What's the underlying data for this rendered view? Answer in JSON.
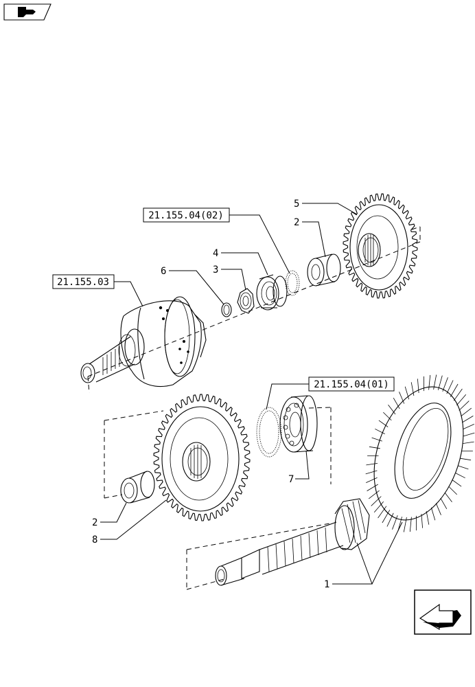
{
  "callouts": {
    "c1": "1",
    "c2a": "2",
    "c2b": "2",
    "c3": "3",
    "c4": "4",
    "c5": "5",
    "c6": "6",
    "c7": "7",
    "c8": "8"
  },
  "references": {
    "ref_a": "21.155.04(02)",
    "ref_b": "21.155.03",
    "ref_c": "21.155.04(01)"
  },
  "icons": {
    "top_left": "book-navigation-icon",
    "bottom_right": "return-arrow-icon"
  }
}
